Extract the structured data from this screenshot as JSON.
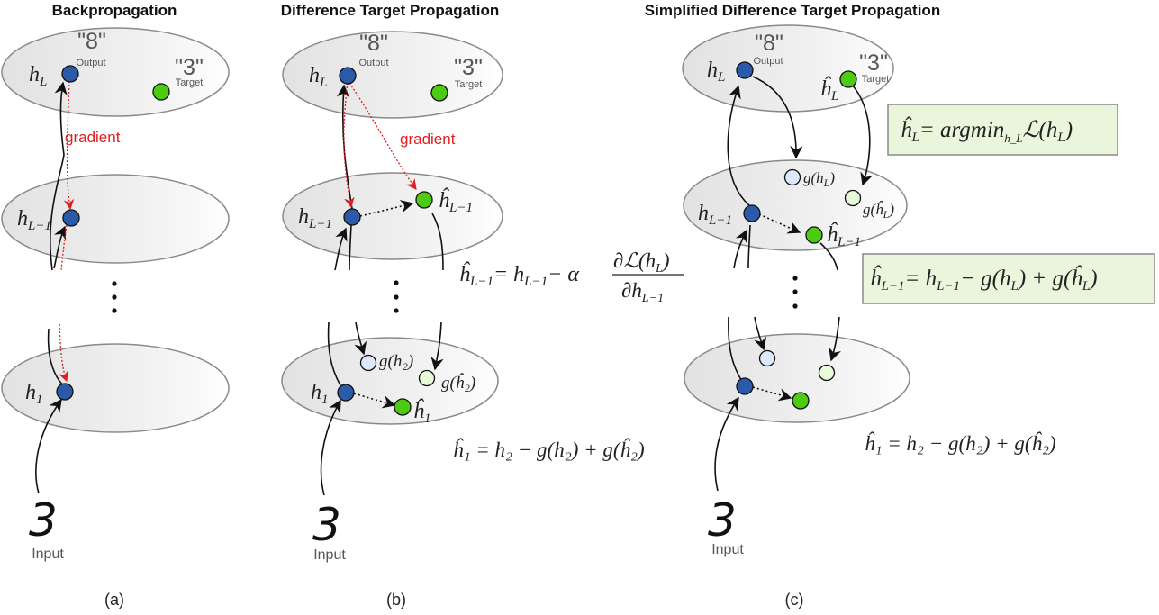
{
  "panels": [
    {
      "id": "a",
      "title": "Backpropagation",
      "caption": "(a)",
      "input_label": "Input",
      "input_digit": "3",
      "output_quote": "\"8\"",
      "output_label": "Output",
      "target_quote": "\"3\"",
      "target_label": "Target",
      "gradient_label": "gradient",
      "node_labels": {
        "hL": "h",
        "hL_sub": "L",
        "hL1": "h",
        "hL1_sub": "L−1",
        "h1": "h",
        "h1_sub": "1"
      }
    },
    {
      "id": "b",
      "title": "Difference Target Propagation",
      "caption": "(b)",
      "input_label": "Input",
      "input_digit": "3",
      "output_quote": "\"8\"",
      "output_label": "Output",
      "target_quote": "\"3\"",
      "target_label": "Target",
      "gradient_label": "gradient",
      "node_labels": {
        "hL": "h",
        "hL_sub": "L",
        "hL1": "h",
        "hL1_sub": "L−1",
        "hhatL1": "ĥ",
        "hhatL1_sub": "L−1",
        "h1": "h",
        "h1_sub": "1",
        "hhat1": "ĥ",
        "hhat1_sub": "1",
        "gh2": "g(h₂)",
        "ghhat2": "g(ĥ₂)"
      },
      "equations": [
        "ĥ_{L−1} = h_{L−1} − α ∂ℒ(h_L) / ∂h_{L−1}",
        "ĥ₁ = h₂ − g(h₂) + g(ĥ₂)"
      ],
      "eq1_lhs": "ĥ",
      "eq1_lhs_sub": "L−1",
      "eq1_mid": "= h",
      "eq1_mid_sub": "L−1",
      "eq1_minus": "− α",
      "eq1_num": "∂ℒ(h",
      "eq1_num_sub": "L",
      "eq1_num_close": ")",
      "eq1_den": "∂h",
      "eq1_den_sub": "L−1",
      "eq2": "ĥ₁ = h₂ − g(h₂) + g(ĥ₂)"
    },
    {
      "id": "c",
      "title": "Simplified Difference Target Propagation",
      "caption": "(c)",
      "input_label": "Input",
      "input_digit": "3",
      "output_quote": "\"8\"",
      "output_label": "Output",
      "target_quote": "\"3\"",
      "target_label": "Target",
      "node_labels": {
        "hL": "h",
        "hL_sub": "L",
        "hhatL": "ĥ",
        "hhatL_sub": "L",
        "hL1": "h",
        "hL1_sub": "L−1",
        "hhatL1": "ĥ",
        "hhatL1_sub": "L−1",
        "ghL": "g(h",
        "ghL_sub": "L",
        "ghL_close": ")",
        "ghhatL": "g(ĥ",
        "ghhatL_sub": "L",
        "ghhatL_close": ")"
      },
      "boxed_equations": [
        {
          "lhs": "ĥ",
          "lhs_sub": "L",
          "rhs": "= argmin",
          "rhs_sub": "h_L",
          "rhs_tail": "ℒ(h",
          "rhs_tail_sub": "L",
          "close": ")"
        },
        {
          "lhs": "ĥ",
          "lhs_sub": "L−1",
          "rhs": "= h",
          "rhs_sub": "L−1",
          "rhs_tail": "− g(h",
          "rhs_tail_sub": "L",
          "close": ") + g(ĥ",
          "close_sub": "L",
          "end": ")"
        }
      ],
      "eq_bottom": "ĥ₁ = h₂ − g(h₂) + g(ĥ₂)"
    }
  ],
  "colors": {
    "node_blue": "#2b5aa8",
    "node_green": "#4ccc10",
    "node_light_blue": "#dce8fb",
    "node_light_green": "#e8fbd8",
    "gradient_red": "#e02020",
    "equation_box": "#eaf6dc"
  }
}
